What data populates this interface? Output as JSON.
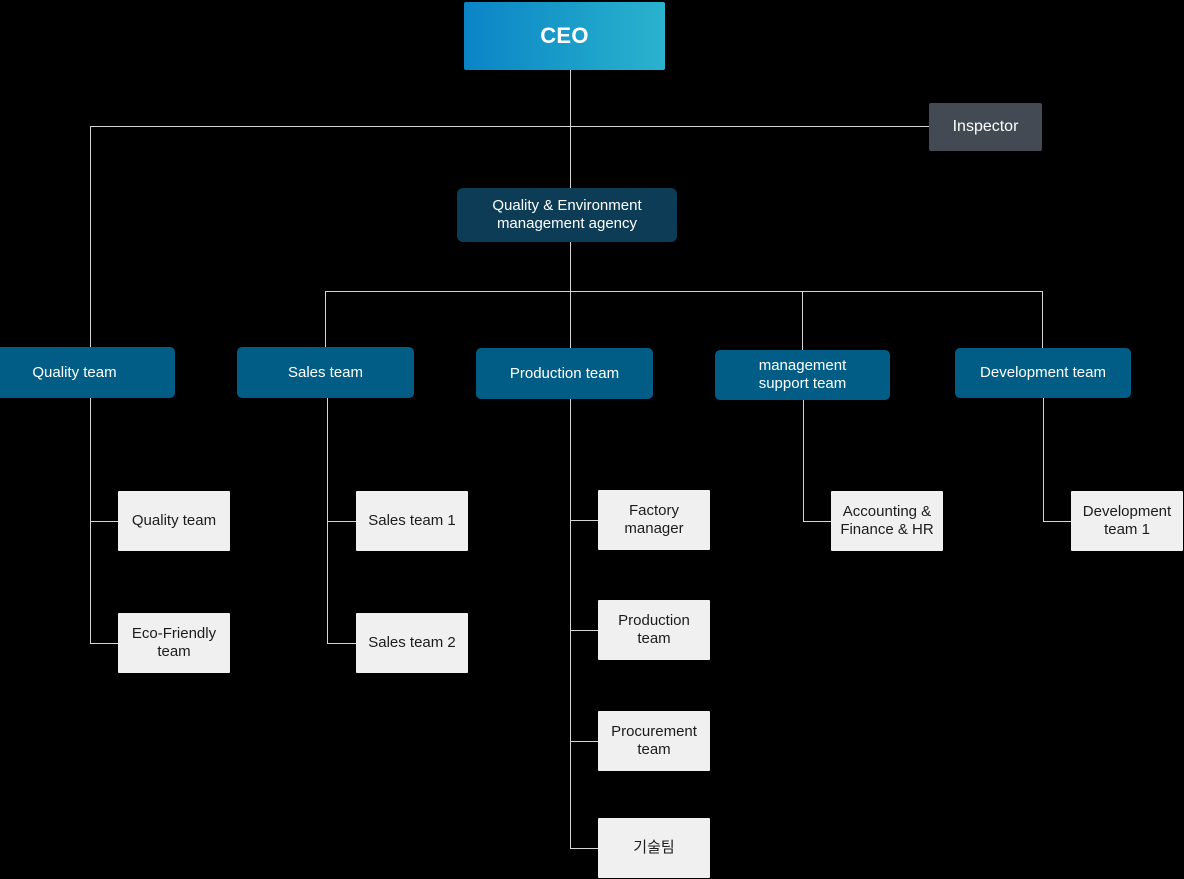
{
  "diagram": {
    "title": "Company Organization Chart",
    "background_color": "#000000",
    "connector_color": "#d4d4d4",
    "palette": {
      "ceo_gradient_start": "#0b84c7",
      "ceo_gradient_end": "#2ab3ce",
      "inspector": "#434a54",
      "agency": "#0d3c56",
      "team": "#015d86",
      "sub_team": "#f0f0f0",
      "sub_team_text": "#1c1c1c",
      "box_text": "#ffffff"
    }
  },
  "nodes": {
    "ceo": {
      "label": "CEO"
    },
    "inspector": {
      "label": "Inspector"
    },
    "agency": {
      "label": "Quality & Environment\nmanagement agency"
    },
    "quality_team": {
      "label": "Quality team"
    },
    "sales_team": {
      "label": "Sales team"
    },
    "production_team": {
      "label": "Production team"
    },
    "management_support_team": {
      "label": "management\nsupport team"
    },
    "development_team": {
      "label": "Development team"
    },
    "quality_sub_1": {
      "label": "Quality team"
    },
    "quality_sub_2": {
      "label": "Eco-Friendly\nteam"
    },
    "sales_sub_1": {
      "label": "Sales team 1"
    },
    "sales_sub_2": {
      "label": "Sales team 2"
    },
    "production_sub_1": {
      "label": "Factory\nmanager"
    },
    "production_sub_2": {
      "label": "Production\nteam"
    },
    "production_sub_3": {
      "label": "Procurement\nteam"
    },
    "production_sub_4": {
      "label": "기술팀"
    },
    "management_sub_1": {
      "label": "Accounting &\nFinance & HR"
    },
    "development_sub_1": {
      "label": "Development\nteam 1"
    }
  }
}
